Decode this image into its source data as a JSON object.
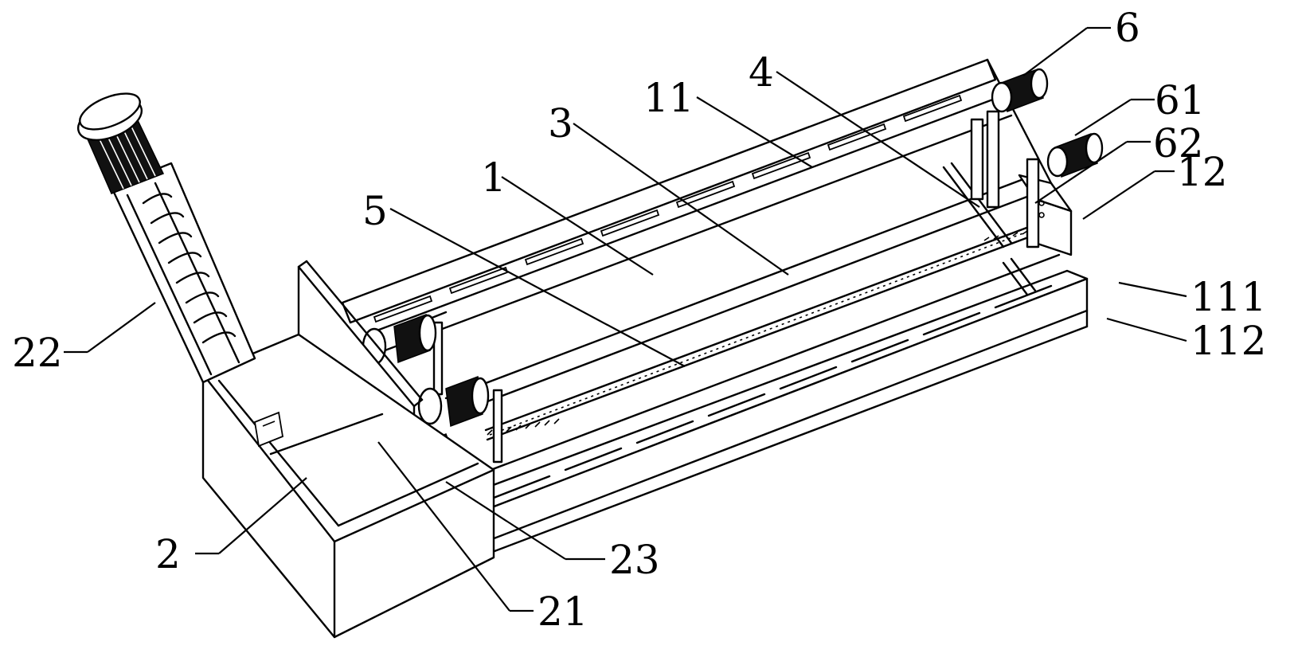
{
  "labels": {
    "l6": "6",
    "l4": "4",
    "l61": "61",
    "l11": "11",
    "l62": "62",
    "l3": "3",
    "l12": "12",
    "l1": "1",
    "l5": "5",
    "l111": "111",
    "l112": "112",
    "l22": "22",
    "l2": "2",
    "l23": "23",
    "l21": "21"
  }
}
